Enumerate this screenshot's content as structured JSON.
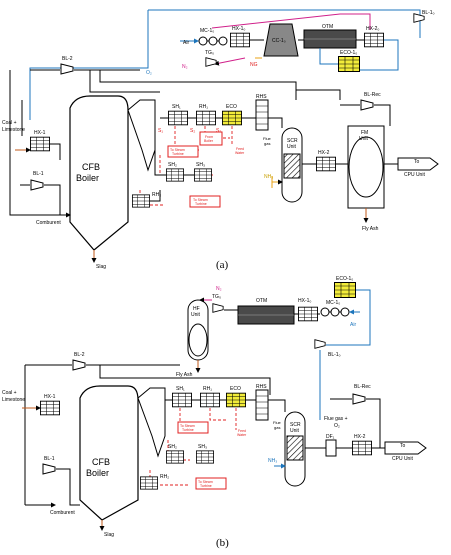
{
  "panel_a": {
    "caption": "(a)",
    "labels": {
      "air": "Air",
      "mc": "MC-1₀",
      "hx1": "HX-1₀",
      "cc": "CC-1₀",
      "otm": "OTM",
      "hx2o": "HX-2₀",
      "bl1o": "BL-1₀",
      "eco1o": "ECO-1₀",
      "tg": "TG₀",
      "n2": "N₂",
      "ng": "NG",
      "o2": "O₂",
      "bl2": "BL-2",
      "coal": "Coal +\nLimestone",
      "hx1b": "HX-1",
      "bl1": "BL-1",
      "cfb": "CFB\nBoiler",
      "comburent": "Comburent",
      "slag": "Slag",
      "sh1": "SH₁",
      "rh1": "RH₁",
      "eco": "ECO",
      "rhs": "RHS",
      "sh2": "SH₂",
      "sh3": "SH₃",
      "rh2": "RH₂",
      "s1": "S₁",
      "s2": "S₂",
      "s3": "S₃",
      "to_hp": "To Steam\nTurbine",
      "from_boiler": "From\nBoiler",
      "feed": "Feed\nWater",
      "to_steam": "To Steam\nTurbine",
      "flue_gas": "Flue\ngas",
      "scr": "SCR\nUnit",
      "nh3": "NH₃",
      "hx2": "HX-2",
      "fm": "FM\nUnit",
      "bl_rec": "BL-Rec",
      "to_cpu": "To\nCPU Unit",
      "fly_ash": "Fly Ash"
    }
  },
  "panel_b": {
    "caption": "(b)",
    "labels": {
      "tg": "TG₀",
      "n2": "N₂",
      "hf": "HF\nUnit",
      "otm": "OTM",
      "hx1": "HX-1₀",
      "eco1o": "ECO-1₀",
      "mc": "MC-1₀",
      "air": "Air",
      "bl1o": "BL-1₀",
      "flue_o2": "Flue gas +\nO₂",
      "fly_ash": "Fly Ash",
      "bl2": "BL-2",
      "coal": "Coal +\nLimestone",
      "hx1b": "HX-1",
      "bl1": "BL-1",
      "cfb": "CFB\nBoiler",
      "comburent": "Comburent",
      "slag": "Slag",
      "sh1": "SH₁",
      "rh1": "RH₁",
      "eco": "ECO",
      "rhs": "RHS",
      "sh2": "SH₂",
      "sh3": "SH₃",
      "rh2": "RH₂",
      "bl_rec": "BL-Rec",
      "flue_gas": "Flue\ngas",
      "scr": "SCR\nUnit",
      "nh3": "NH₃",
      "df": "DF₁",
      "hx2": "HX-2",
      "to_cpu": "To\nCPU Unit",
      "to_hp": "To Steam\nTurbine",
      "feed": "Feed\nWater",
      "to_steam": "To Steam\nTurbine"
    }
  },
  "colors": {
    "line": "#000000",
    "steam": "#e02020",
    "o2_line": "#1c75bc",
    "n2_line": "#d0208a",
    "ng_line": "#e8a317",
    "eco_fill": "#f2ec3a",
    "otm_fill": "#4a4a4a"
  }
}
